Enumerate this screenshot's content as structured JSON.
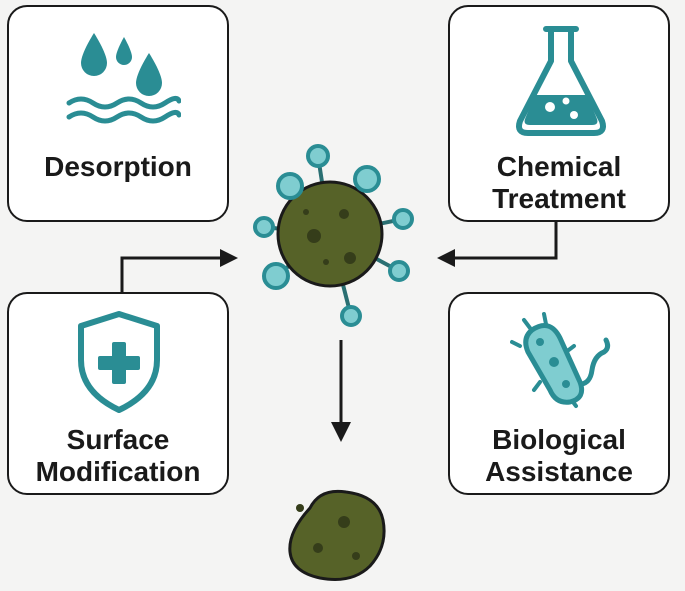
{
  "boxes": {
    "desorption": {
      "label": "Desorption",
      "icon": "water-drops-icon"
    },
    "chemical": {
      "line1": "Chemical",
      "line2": "Treatment",
      "icon": "flask-icon"
    },
    "surface": {
      "line1": "Surface",
      "line2": "Modification",
      "icon": "shield-plus-icon"
    },
    "biological": {
      "line1": "Biological",
      "line2": "Assistance",
      "icon": "bacterium-icon"
    }
  },
  "center": {
    "icon": "virus-particle-icon"
  },
  "result": {
    "icon": "clumped-particle-icon"
  },
  "colors": {
    "teal": "#2a8d94",
    "teal_light": "#7fcdd0",
    "particle": "#4e5a2a",
    "particle_dark": "#353d1a",
    "outline": "#1a1a1a"
  }
}
